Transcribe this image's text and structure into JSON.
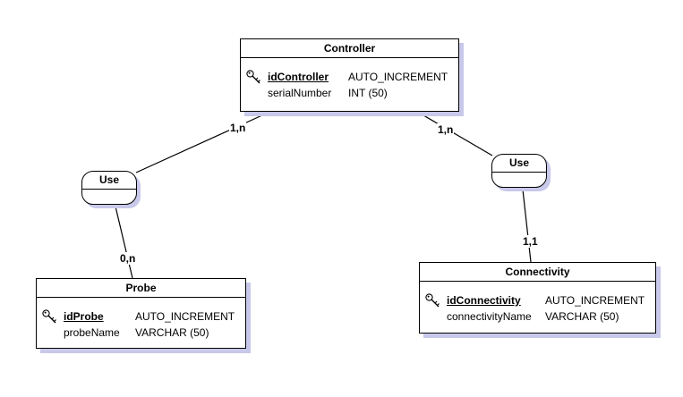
{
  "entities": {
    "controller": {
      "title": "Controller",
      "attributes": [
        {
          "name": "idController",
          "type": "AUTO_INCREMENT",
          "primary_key": true
        },
        {
          "name": "serialNumber",
          "type": "INT (50)",
          "primary_key": false
        }
      ]
    },
    "probe": {
      "title": "Probe",
      "attributes": [
        {
          "name": "idProbe",
          "type": "AUTO_INCREMENT",
          "primary_key": true
        },
        {
          "name": "probeName",
          "type": "VARCHAR (50)",
          "primary_key": false
        }
      ]
    },
    "connectivity": {
      "title": "Connectivity",
      "attributes": [
        {
          "name": "idConnectivity",
          "type": "AUTO_INCREMENT",
          "primary_key": true
        },
        {
          "name": "connectivityName",
          "type": "VARCHAR (50)",
          "primary_key": false
        }
      ]
    }
  },
  "associations": {
    "left": {
      "label": "Use"
    },
    "right": {
      "label": "Use"
    }
  },
  "cardinalities": {
    "controller_left": "1,n",
    "probe_left": "0,n",
    "controller_right": "1,n",
    "connectivity_right": "1,1"
  },
  "colors": {
    "shadow": "#c8c8ea",
    "line": "#000000"
  }
}
